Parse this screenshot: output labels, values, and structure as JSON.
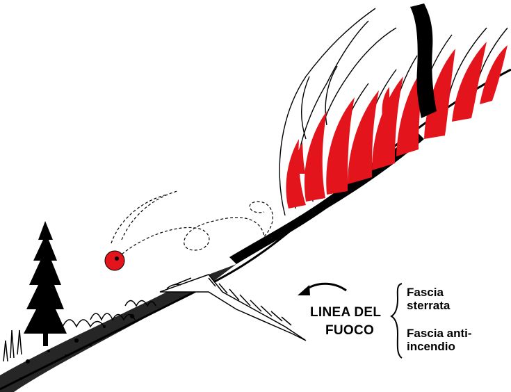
{
  "labels": {
    "fire_line": [
      "LINEA DEL",
      "FUOCO"
    ],
    "strip_dirt": [
      "Fascia",
      "sterrata"
    ],
    "strip_firebreak": [
      "Fascia anti-",
      "incendio"
    ]
  },
  "colors": {
    "ink": "#000000",
    "flame": "#e3141b",
    "paper": "#ffffff"
  }
}
